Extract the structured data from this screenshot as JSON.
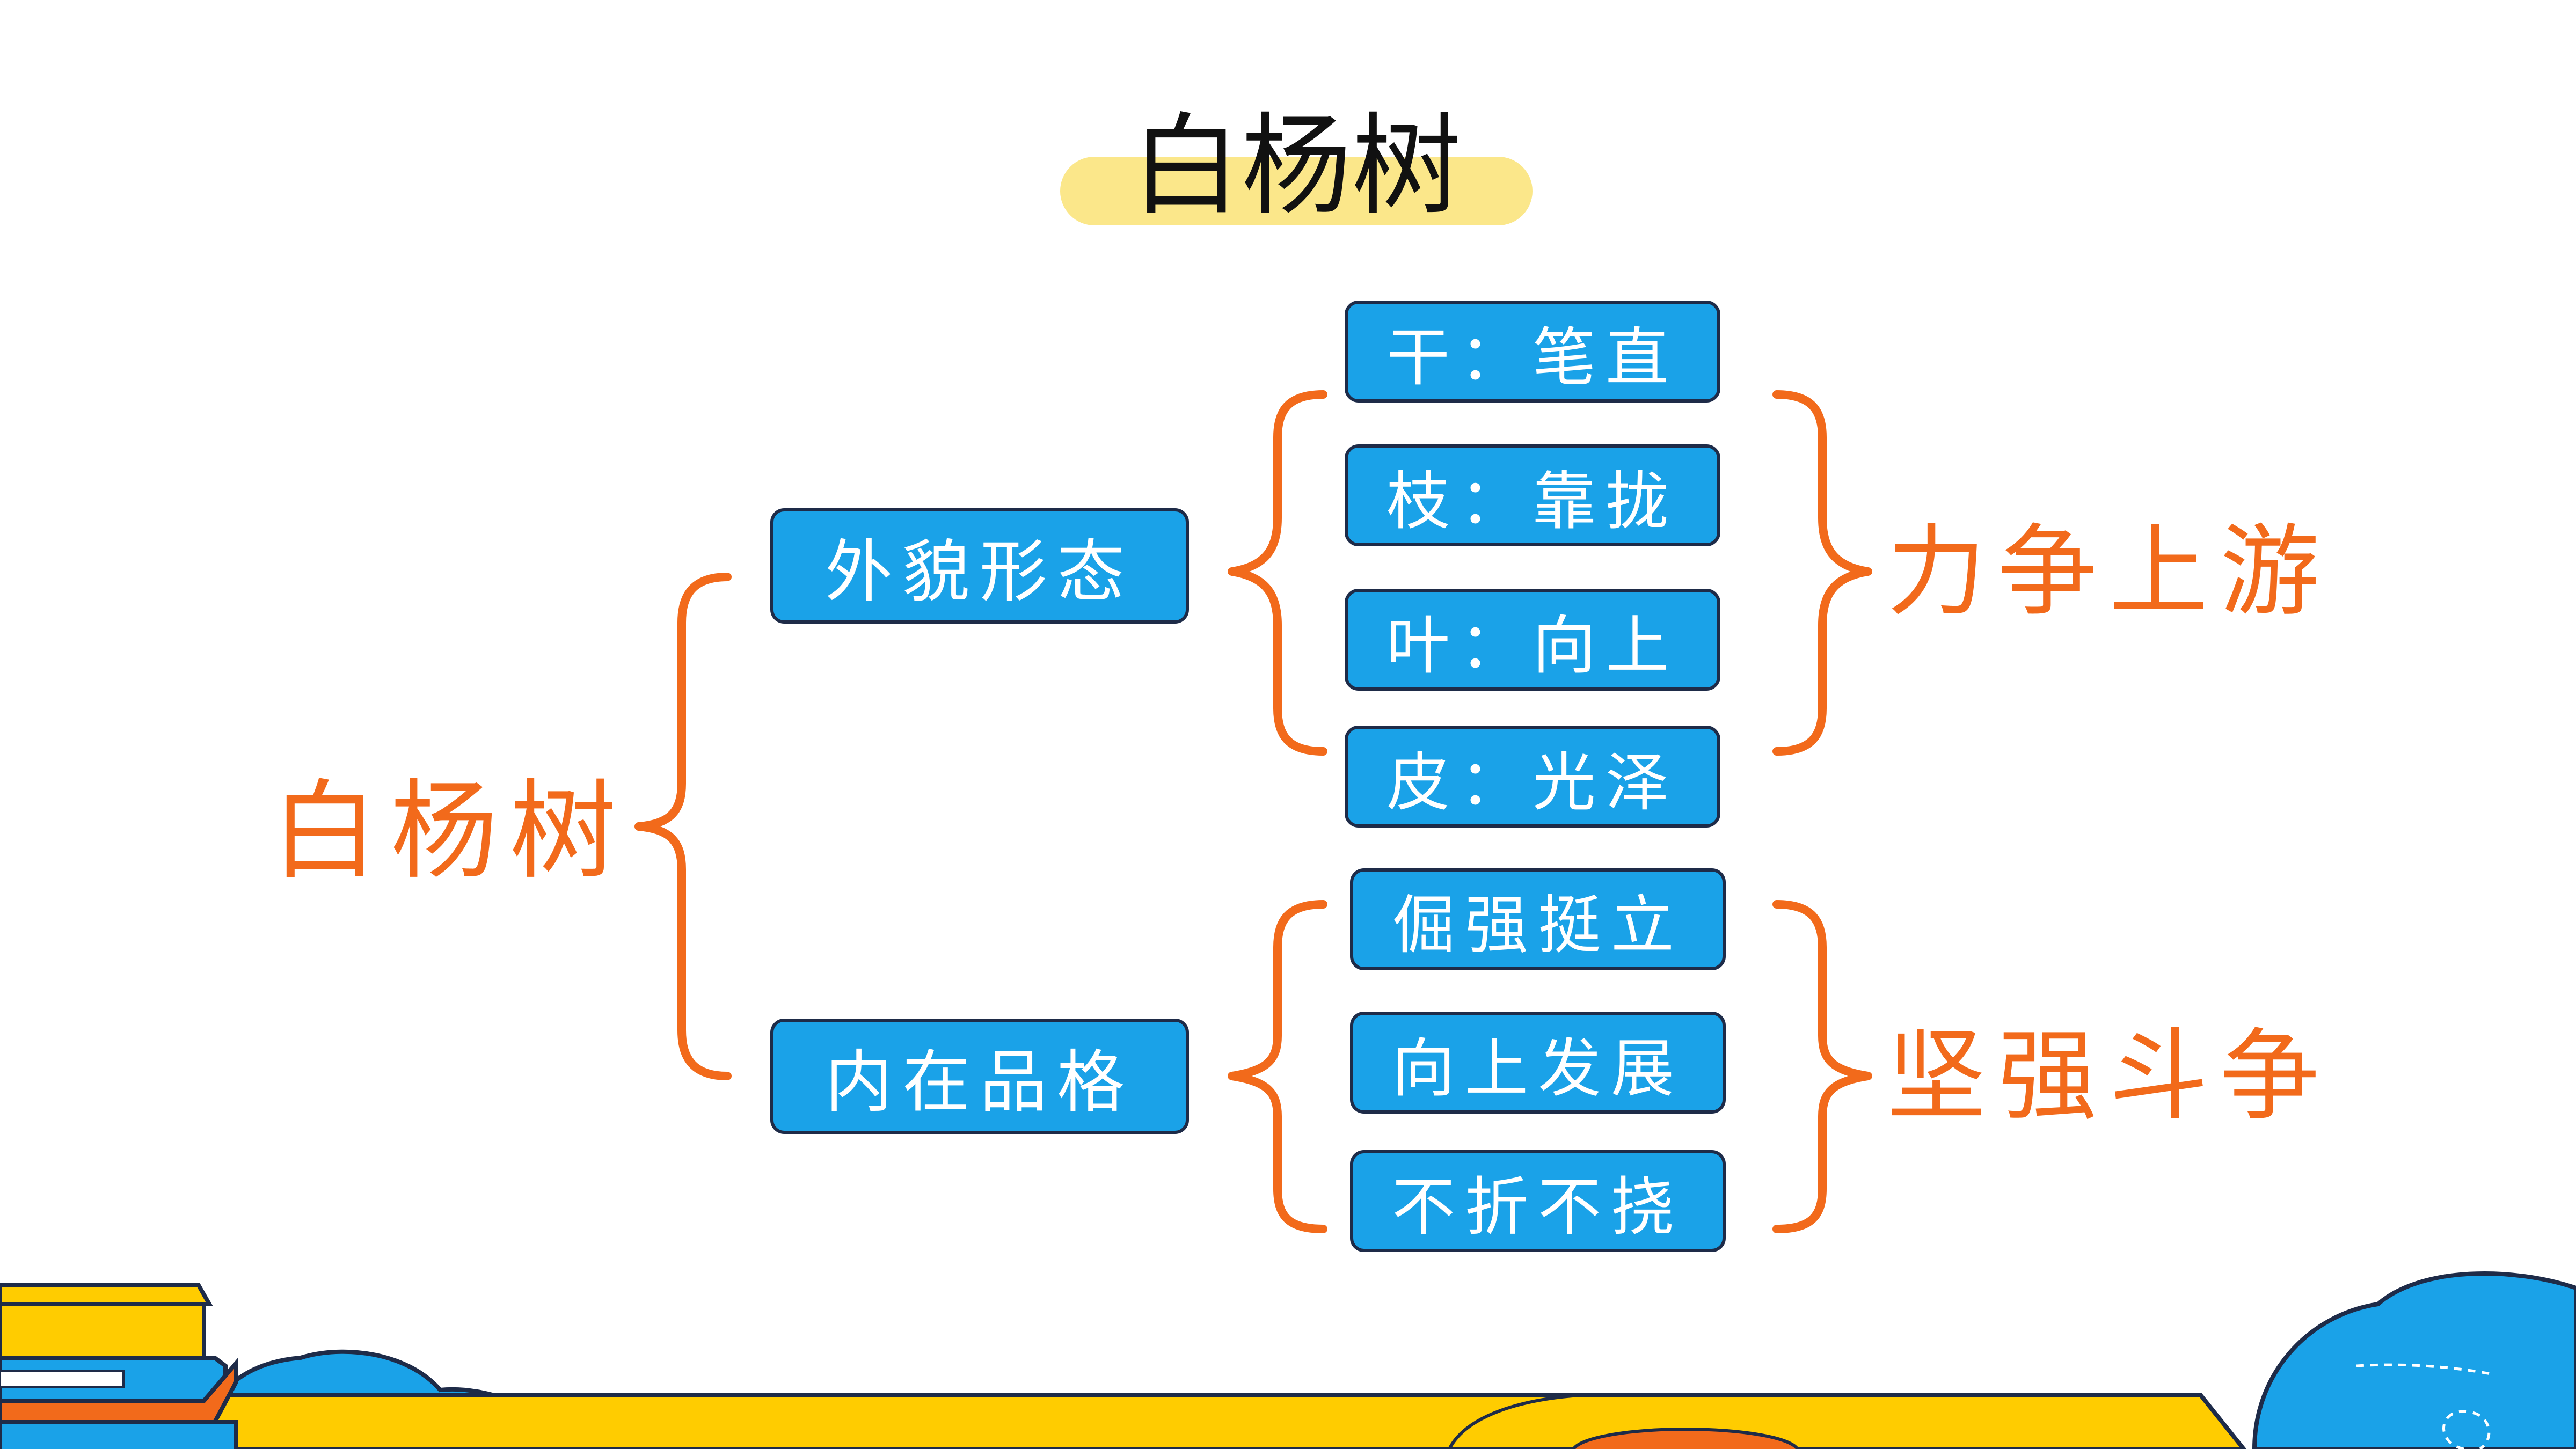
{
  "title": "白杨树",
  "root": "白杨树",
  "branches": [
    {
      "label": "外貌形态",
      "items": [
        "干：笔直",
        "枝：靠拢",
        "叶：向上",
        "皮：光泽"
      ],
      "summary": "力争上游"
    },
    {
      "label": "内在品格",
      "items": [
        "倔强挺立",
        "向上发展",
        "不折不挠"
      ],
      "summary": "坚强斗争"
    }
  ],
  "colors": {
    "accent": "#F26A1B",
    "box_fill": "#1AA2E8",
    "box_border": "#1E2B48",
    "title_highlight": "#FBE78A",
    "yellow": "#FFCC00",
    "cloud": "#1AA2E8"
  }
}
